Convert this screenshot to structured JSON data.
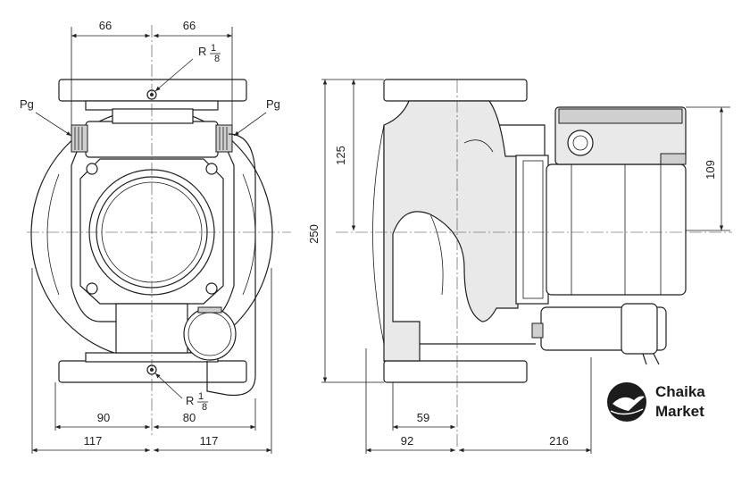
{
  "front_view": {
    "dim_top_left": "66",
    "dim_top_right": "66",
    "port_label_left": "Pg",
    "port_label_right": "Pg",
    "thread_top": {
      "prefix": "R",
      "numerator": "1",
      "denominator": "8"
    },
    "thread_bottom": {
      "prefix": "R",
      "numerator": "1",
      "denominator": "8"
    },
    "dim_bottom_inner_left": "90",
    "dim_bottom_inner_right": "80",
    "dim_bottom_outer_left": "117",
    "dim_bottom_outer_right": "117"
  },
  "side_view": {
    "dim_height_total": "250",
    "dim_height_half": "125",
    "dim_motor_height": "109",
    "dim_depth_inner": "59",
    "dim_depth_left": "92",
    "dim_depth_right": "216"
  },
  "logo": {
    "line1": "Chaika",
    "line2": "Market"
  }
}
